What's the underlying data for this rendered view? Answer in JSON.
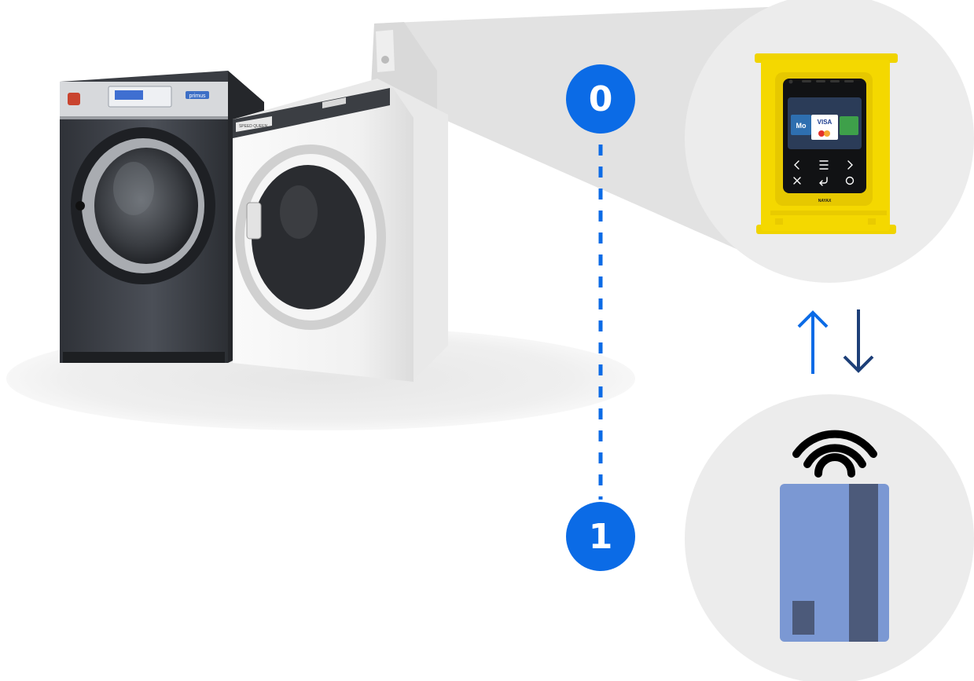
{
  "steps": [
    {
      "label": "0"
    },
    {
      "label": "1"
    }
  ],
  "washer": {
    "brand": "primus"
  },
  "dryer": {
    "brand": "SPEED QUEEN"
  },
  "terminal": {
    "card_logos": [
      "Mo",
      "VISA"
    ],
    "maker": "NAYAX"
  },
  "icons": {
    "exchange": "up-down-arrows-icon",
    "contactless": "contactless-wifi-icon",
    "card": "credit-card-icon"
  },
  "colors": {
    "accent": "#0b6be6",
    "dashed_line": "#0b6be6",
    "terminal_yellow": "#f2d600",
    "card_blue": "#7b98d3",
    "card_stripe": "#4c5a7a",
    "circle_bg": "#ececec"
  }
}
